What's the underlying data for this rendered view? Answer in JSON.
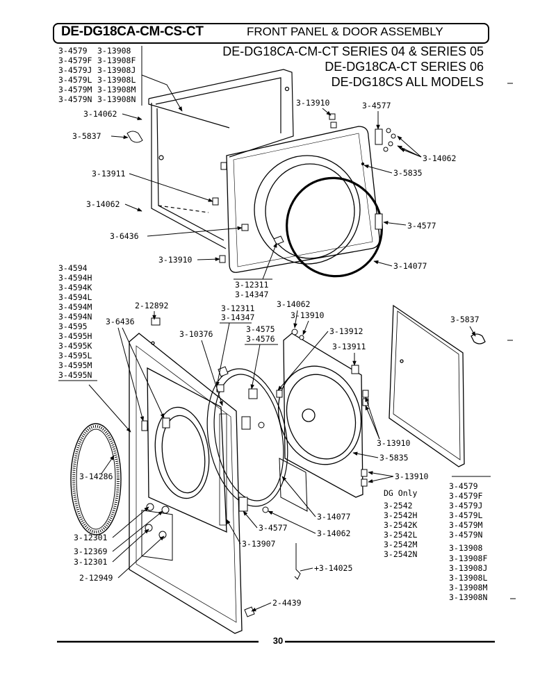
{
  "header": {
    "model": "DE-DG18CA-CM-CS-CT",
    "title": "FRONT PANEL & DOOR ASSEMBLY",
    "series": [
      "DE-DG18CA-CM-CT  SERIES 04  &  SERIES 05",
      "DE-DG18CA-CT  SERIES 06",
      "DE-DG18CS  ALL MODELS"
    ]
  },
  "part_groups": {
    "top_left_col1": [
      "3-4579",
      "3-4579F",
      "3-4579J",
      "3-4579L",
      "3-4579M",
      "3-4579N"
    ],
    "top_left_col2": [
      "3-13908",
      "3-13908F",
      "3-13908J",
      "3-13908L",
      "3-13908M",
      "3-13908N"
    ],
    "left_list": [
      "3-4594",
      "3-4594H",
      "3-4594K",
      "3-4594L",
      "3-4594M",
      "3-4594N",
      "3-4595",
      "3-4595H",
      "3-4595K",
      "3-4595L",
      "3-4595M",
      "3-4595N"
    ],
    "dg_only_title": "DG Only",
    "dg_only": [
      "3-2542",
      "3-2542H",
      "3-2542K",
      "3-2542L",
      "3-2542M",
      "3-2542N"
    ],
    "right_list": [
      "3-4579",
      "3-4579F",
      "3-4579J",
      "3-4579L",
      "3-4579M",
      "3-4579N",
      "3-13908",
      "3-13908F",
      "3-13908J",
      "3-13908L",
      "3-13908M",
      "3-13908N"
    ]
  },
  "callouts": {
    "c14062_a": "3-14062",
    "c5837_a": "3-5837",
    "c13910_a": "3-13910",
    "c4577_a": "3-4577",
    "c14062_b": "3-14062",
    "c5835_a": "3-5835",
    "c13911_a": "3-13911",
    "c14062_c": "3-14062",
    "c4577_b": "3-4577",
    "c6436_a": "3-6436",
    "c13910_b": "3-13910",
    "c14077_a": "3-14077",
    "c12311_a": "3-12311",
    "c14347_a": "3-14347",
    "c12892": "2-12892",
    "c12311_b": "3-12311",
    "c14347_b": "3-14347",
    "c14062_d": "3-14062",
    "c13910_c": "3-13910",
    "c6436_b": "3-6436",
    "c10376": "3-10376",
    "c4575": "3-4575",
    "c4576": "3-4576",
    "c13912": "3-13912",
    "c5837_b": "3-5837",
    "c13911_b": "3-13911",
    "c13910_d": "3-13910",
    "c5835_b": "3-5835",
    "c13910_e": "3-13910",
    "c14286": "3-14286",
    "c14077_b": "3-14077",
    "c4577_c": "3-4577",
    "c14062_e": "3-14062",
    "c12301_a": "3-12301",
    "c12369": "3-12369",
    "c13907": "3-13907",
    "c12301_b": "3-12301",
    "c12949": "2-12949",
    "c14025": "+3-14025",
    "c4439": "2-4439"
  },
  "page_number": "30"
}
